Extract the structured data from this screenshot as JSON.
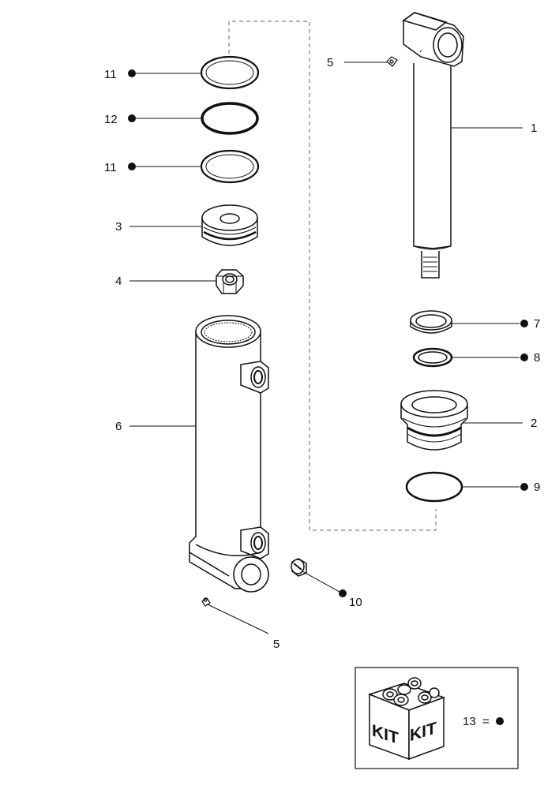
{
  "callouts": {
    "c11a": "11",
    "c12": "12",
    "c11b": "11",
    "c3": "3",
    "c4": "4",
    "c6": "6",
    "c5a": "5",
    "c1": "1",
    "c7": "7",
    "c8": "8",
    "c2": "2",
    "c9": "9",
    "c10": "10",
    "c5b": "5"
  },
  "kit": {
    "label_left": "KIT",
    "label_right": "KIT",
    "legend_number": "13",
    "legend_equals": "="
  }
}
